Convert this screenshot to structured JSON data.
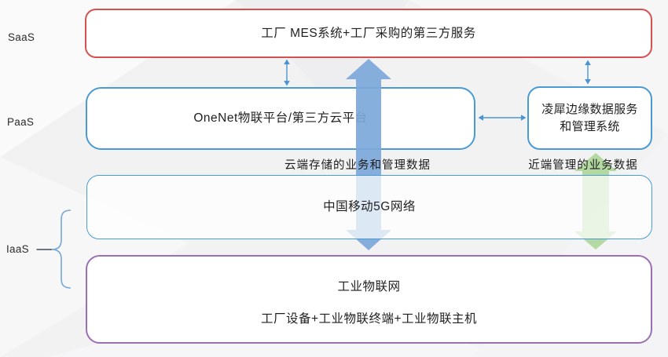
{
  "tiers": [
    {
      "label": "SaaS"
    },
    {
      "label": "PaaS"
    },
    {
      "label": "IaaS"
    }
  ],
  "boxes": {
    "mes": {
      "text": "工厂 MES系统+工厂采购的第三方服务"
    },
    "onenet": {
      "text": "OneNet物联平台/第三方云平台"
    },
    "lingxi": {
      "lines": [
        "凌犀边缘数据服务",
        "和管理系统"
      ]
    },
    "g5": {
      "text": "中国移动5G网络"
    },
    "iot": {
      "lines": [
        "工业物联网",
        "工厂设备+工业物联终端+工业物联主机"
      ]
    }
  },
  "flow_labels": {
    "cloud": "云端存储的业务和管理数据",
    "edge": "近端管理的业务数据"
  },
  "colors": {
    "bg": "#f2f2f3",
    "red_border": "#d5514f",
    "blue_border": "#4a9ad4",
    "purple_border": "#9a6fb5",
    "arrow_blue": "#7da8da",
    "arrow_green": "#aed69b",
    "connector_blue": "#4a94d6",
    "brace_blue": "#74a7d9",
    "text_dark": "#1f1f1f"
  }
}
